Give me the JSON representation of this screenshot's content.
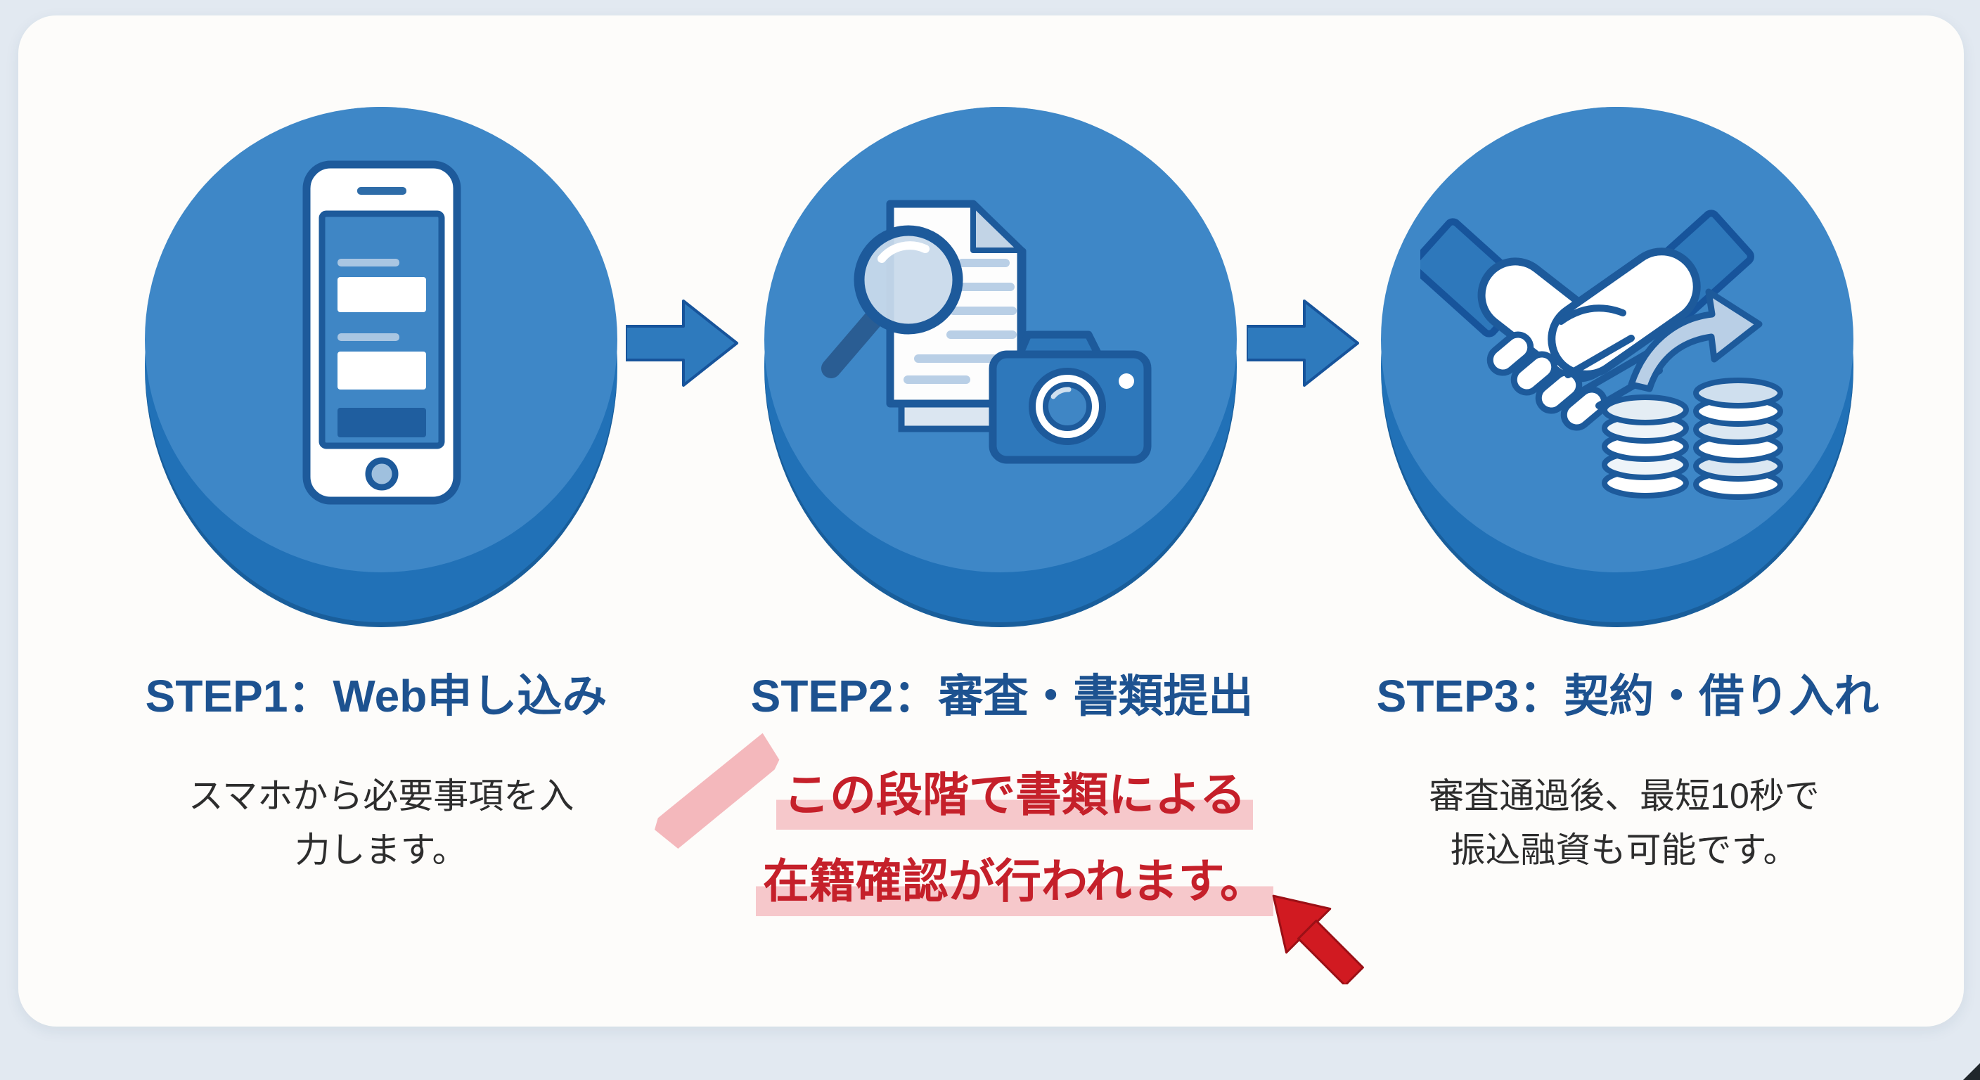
{
  "diagram": {
    "type": "process-flow",
    "steps": [
      {
        "title": "STEP1：Web申し込み",
        "icon": "smartphone-form-icon",
        "description_lines": [
          "スマホから必要事項を入",
          "力します。"
        ]
      },
      {
        "title": "STEP2：審査・書類提出",
        "icon": "document-magnifier-camera-icon",
        "callout": {
          "lines": [
            "この段階で書類による",
            "在籍確認が行われます。"
          ],
          "pointer_icon": "red-up-left-arrow-icon",
          "marker_icon": "pink-highlight-stripe"
        }
      },
      {
        "title": "STEP3：契約・借り入れ",
        "icon": "handshake-coins-icon",
        "description_lines": [
          "審査通過後、最短10秒で",
          "振込融資も可能です。"
        ]
      }
    ],
    "connector_icon": "right-arrow-icon",
    "colors": {
      "background": "#e2e9f1",
      "card": "#fdfcfa",
      "circle_light": "#3e87c7",
      "circle_dark": "#2171b7",
      "icon_outline": "#1d5a9b",
      "title_navy": "#1d5290",
      "body_text": "#2d2d2d",
      "connector_blue": "#2e7abd",
      "callout_red": "#c5202a",
      "highlight_pink": "#f6c8cb",
      "stripe_pink": "#f4b8bc",
      "cursor_red": "#d11a21"
    }
  }
}
